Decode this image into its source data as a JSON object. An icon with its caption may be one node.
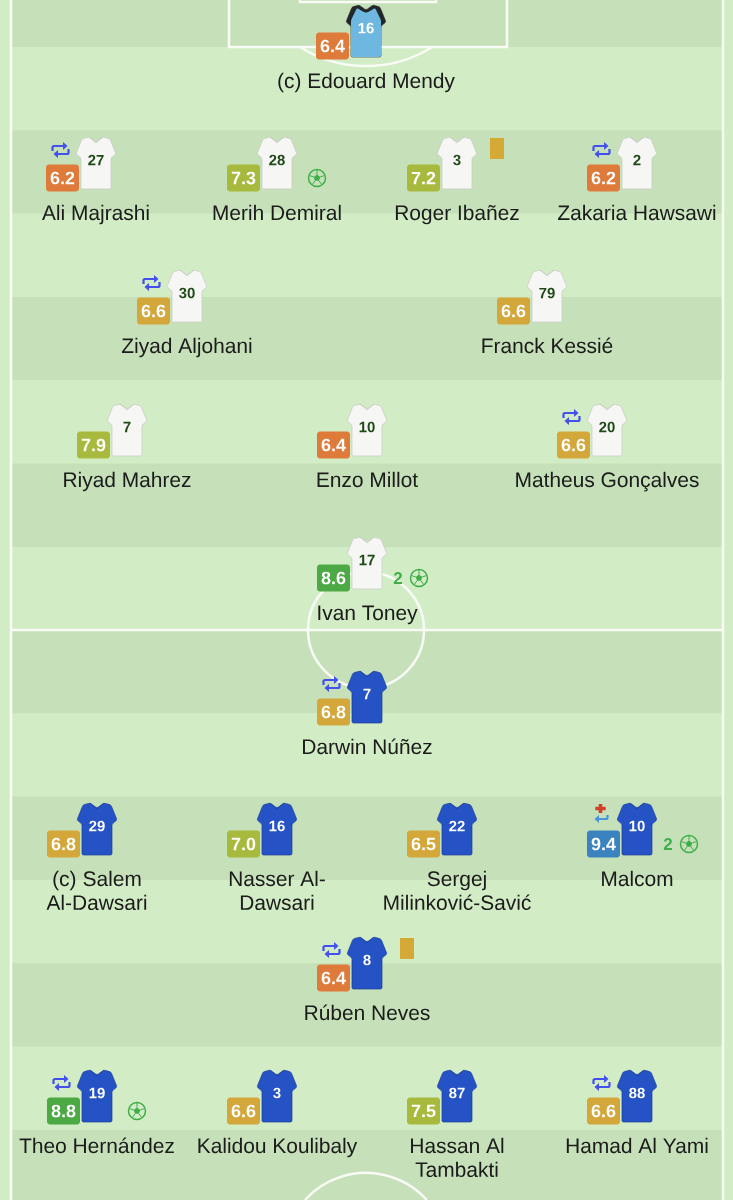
{
  "diagram": {
    "nodes": [
      {
        "text": [
          "6.4"
        ]
      },
      {
        "text": [
          "16"
        ],
        "beside": [
          "(c) Edouard Mendy"
        ]
      },
      {
        "text": [
          "6.2"
        ]
      },
      {
        "text": [
          "27"
        ],
        "beside": [
          "Ali Majrashi"
        ]
      },
      {
        "text": [
          "7.3"
        ]
      },
      {
        "text": [
          "28"
        ],
        "beside": [
          "Merih Demiral"
        ]
      },
      {
        "text": [
          "7.2"
        ]
      },
      {
        "text": [
          "3"
        ],
        "beside": [
          "Roger Ibañez"
        ]
      },
      {
        "text": [
          "6.2"
        ]
      },
      {
        "text": [
          "2"
        ],
        "beside": [
          "Zakaria Hawsawi"
        ]
      },
      {
        "text": [
          "6.6"
        ]
      },
      {
        "text": [
          "30"
        ],
        "beside": [
          "Ziyad Aljohani"
        ]
      },
      {
        "text": [
          "6.6"
        ]
      },
      {
        "text": [
          "79"
        ],
        "beside": [
          "Franck Kessié"
        ]
      },
      {
        "text": [
          "7.9"
        ]
      },
      {
        "text": [
          "7"
        ],
        "beside": [
          "Riyad Mahrez"
        ]
      },
      {
        "text": [
          "6.4"
        ]
      },
      {
        "text": [
          "10"
        ],
        "beside": [
          "Enzo Millot"
        ]
      },
      {
        "text": [
          "6.6"
        ]
      },
      {
        "text": [
          "20"
        ],
        "beside": [
          "Matheus Gonçalves"
        ]
      },
      {
        "text": [
          "8.6"
        ]
      },
      {
        "text": [
          "17"
        ],
        "beside": [
          "Ivan Toney",
          "2"
        ]
      },
      {
        "text": [
          "6.8"
        ]
      },
      {
        "text": [
          "7"
        ],
        "beside": [
          "Darwin Núñez"
        ]
      },
      {
        "text": [
          "6.8"
        ]
      },
      {
        "text": [
          "29"
        ],
        "beside": [
          "(c) Salem Al-Dawsari"
        ]
      },
      {
        "text": [
          "7.0"
        ]
      },
      {
        "text": [
          "16"
        ],
        "beside": [
          "Nasser Al-Dawsari"
        ]
      },
      {
        "text": [
          "6.5"
        ]
      },
      {
        "text": [
          "22"
        ],
        "beside": [
          "Sergej Milinković-Savić"
        ]
      },
      {
        "text": [
          "9.4"
        ]
      },
      {
        "text": [
          "10"
        ],
        "beside": [
          "Malcom",
          "2"
        ]
      },
      {
        "text": [
          "6.4"
        ]
      },
      {
        "text": [
          "8"
        ],
        "beside": [
          "Rúben Neves"
        ]
      },
      {
        "text": [
          "8.8"
        ]
      },
      {
        "text": [
          "19"
        ],
        "beside": [
          "Theo Hernández"
        ]
      },
      {
        "text": [
          "6.6"
        ]
      },
      {
        "text": [
          "3"
        ],
        "beside": [
          "Kalidou Koulibaly"
        ]
      },
      {
        "text": [
          "7.5"
        ]
      },
      {
        "text": [
          "87"
        ],
        "beside": [
          "Hassan Al Tambakti"
        ]
      },
      {
        "text": [
          "6.6"
        ]
      },
      {
        "text": [
          "88"
        ],
        "beside": [
          "Hamad Al Yami"
        ]
      }
    ]
  }
}
